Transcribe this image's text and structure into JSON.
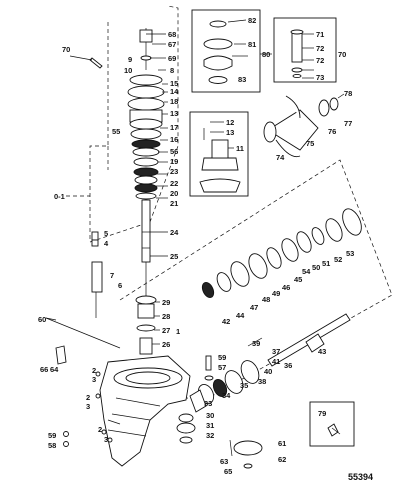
{
  "figure_number": "55394",
  "group_label": "0-1",
  "callouts": [
    "1",
    "2",
    "3",
    "4",
    "5",
    "6",
    "7",
    "8",
    "9",
    "10",
    "11",
    "12",
    "13",
    "14",
    "15",
    "16",
    "17",
    "18",
    "19",
    "20",
    "21",
    "22",
    "23",
    "24",
    "25",
    "26",
    "27",
    "28",
    "29",
    "30",
    "31",
    "32",
    "33",
    "34",
    "35",
    "36",
    "37",
    "38",
    "39",
    "40",
    "41",
    "42",
    "43",
    "44",
    "45",
    "46",
    "47",
    "48",
    "49",
    "50",
    "51",
    "52",
    "53",
    "54",
    "55",
    "56",
    "57",
    "58",
    "59",
    "60",
    "61",
    "62",
    "63",
    "64",
    "65",
    "66",
    "67",
    "68",
    "69",
    "70",
    "71",
    "72",
    "73",
    "74",
    "75",
    "76",
    "77",
    "78",
    "79",
    "80",
    "81",
    "82",
    "83"
  ]
}
